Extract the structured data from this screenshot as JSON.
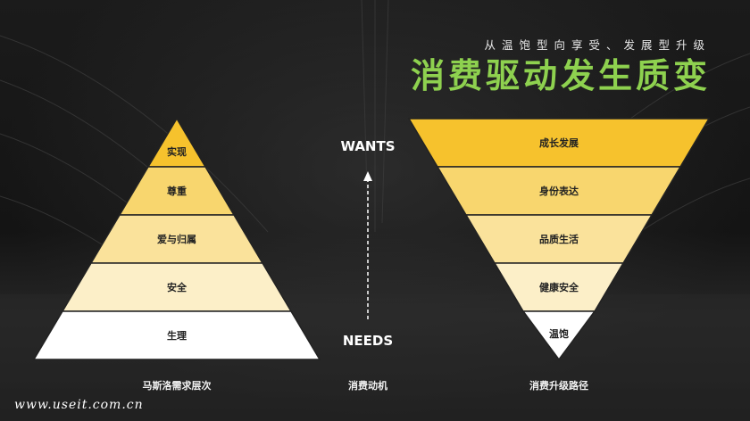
{
  "header": {
    "subtitle": "从温饱型向享受、发展型升级",
    "title": "消费驱动发生质变"
  },
  "maslow": {
    "levels": [
      "实现",
      "尊重",
      "爱与归属",
      "安全",
      "生理"
    ],
    "caption": "马斯洛需求层次"
  },
  "motivation": {
    "top_label": "WANTS",
    "bottom_label": "NEEDS",
    "caption": "消费动机"
  },
  "upgrade": {
    "levels": [
      "成长发展",
      "身份表达",
      "品质生活",
      "健康安全",
      "温饱"
    ],
    "caption": "消费升级路径"
  },
  "colors": {
    "title_green": "#8ed14f",
    "tier1": "#f6c22d",
    "tier2": "#f8d66e",
    "tier3": "#fae29b",
    "tier4": "#fcefc8",
    "tier5": "#ffffff"
  },
  "watermark": "www.useit.com.cn"
}
